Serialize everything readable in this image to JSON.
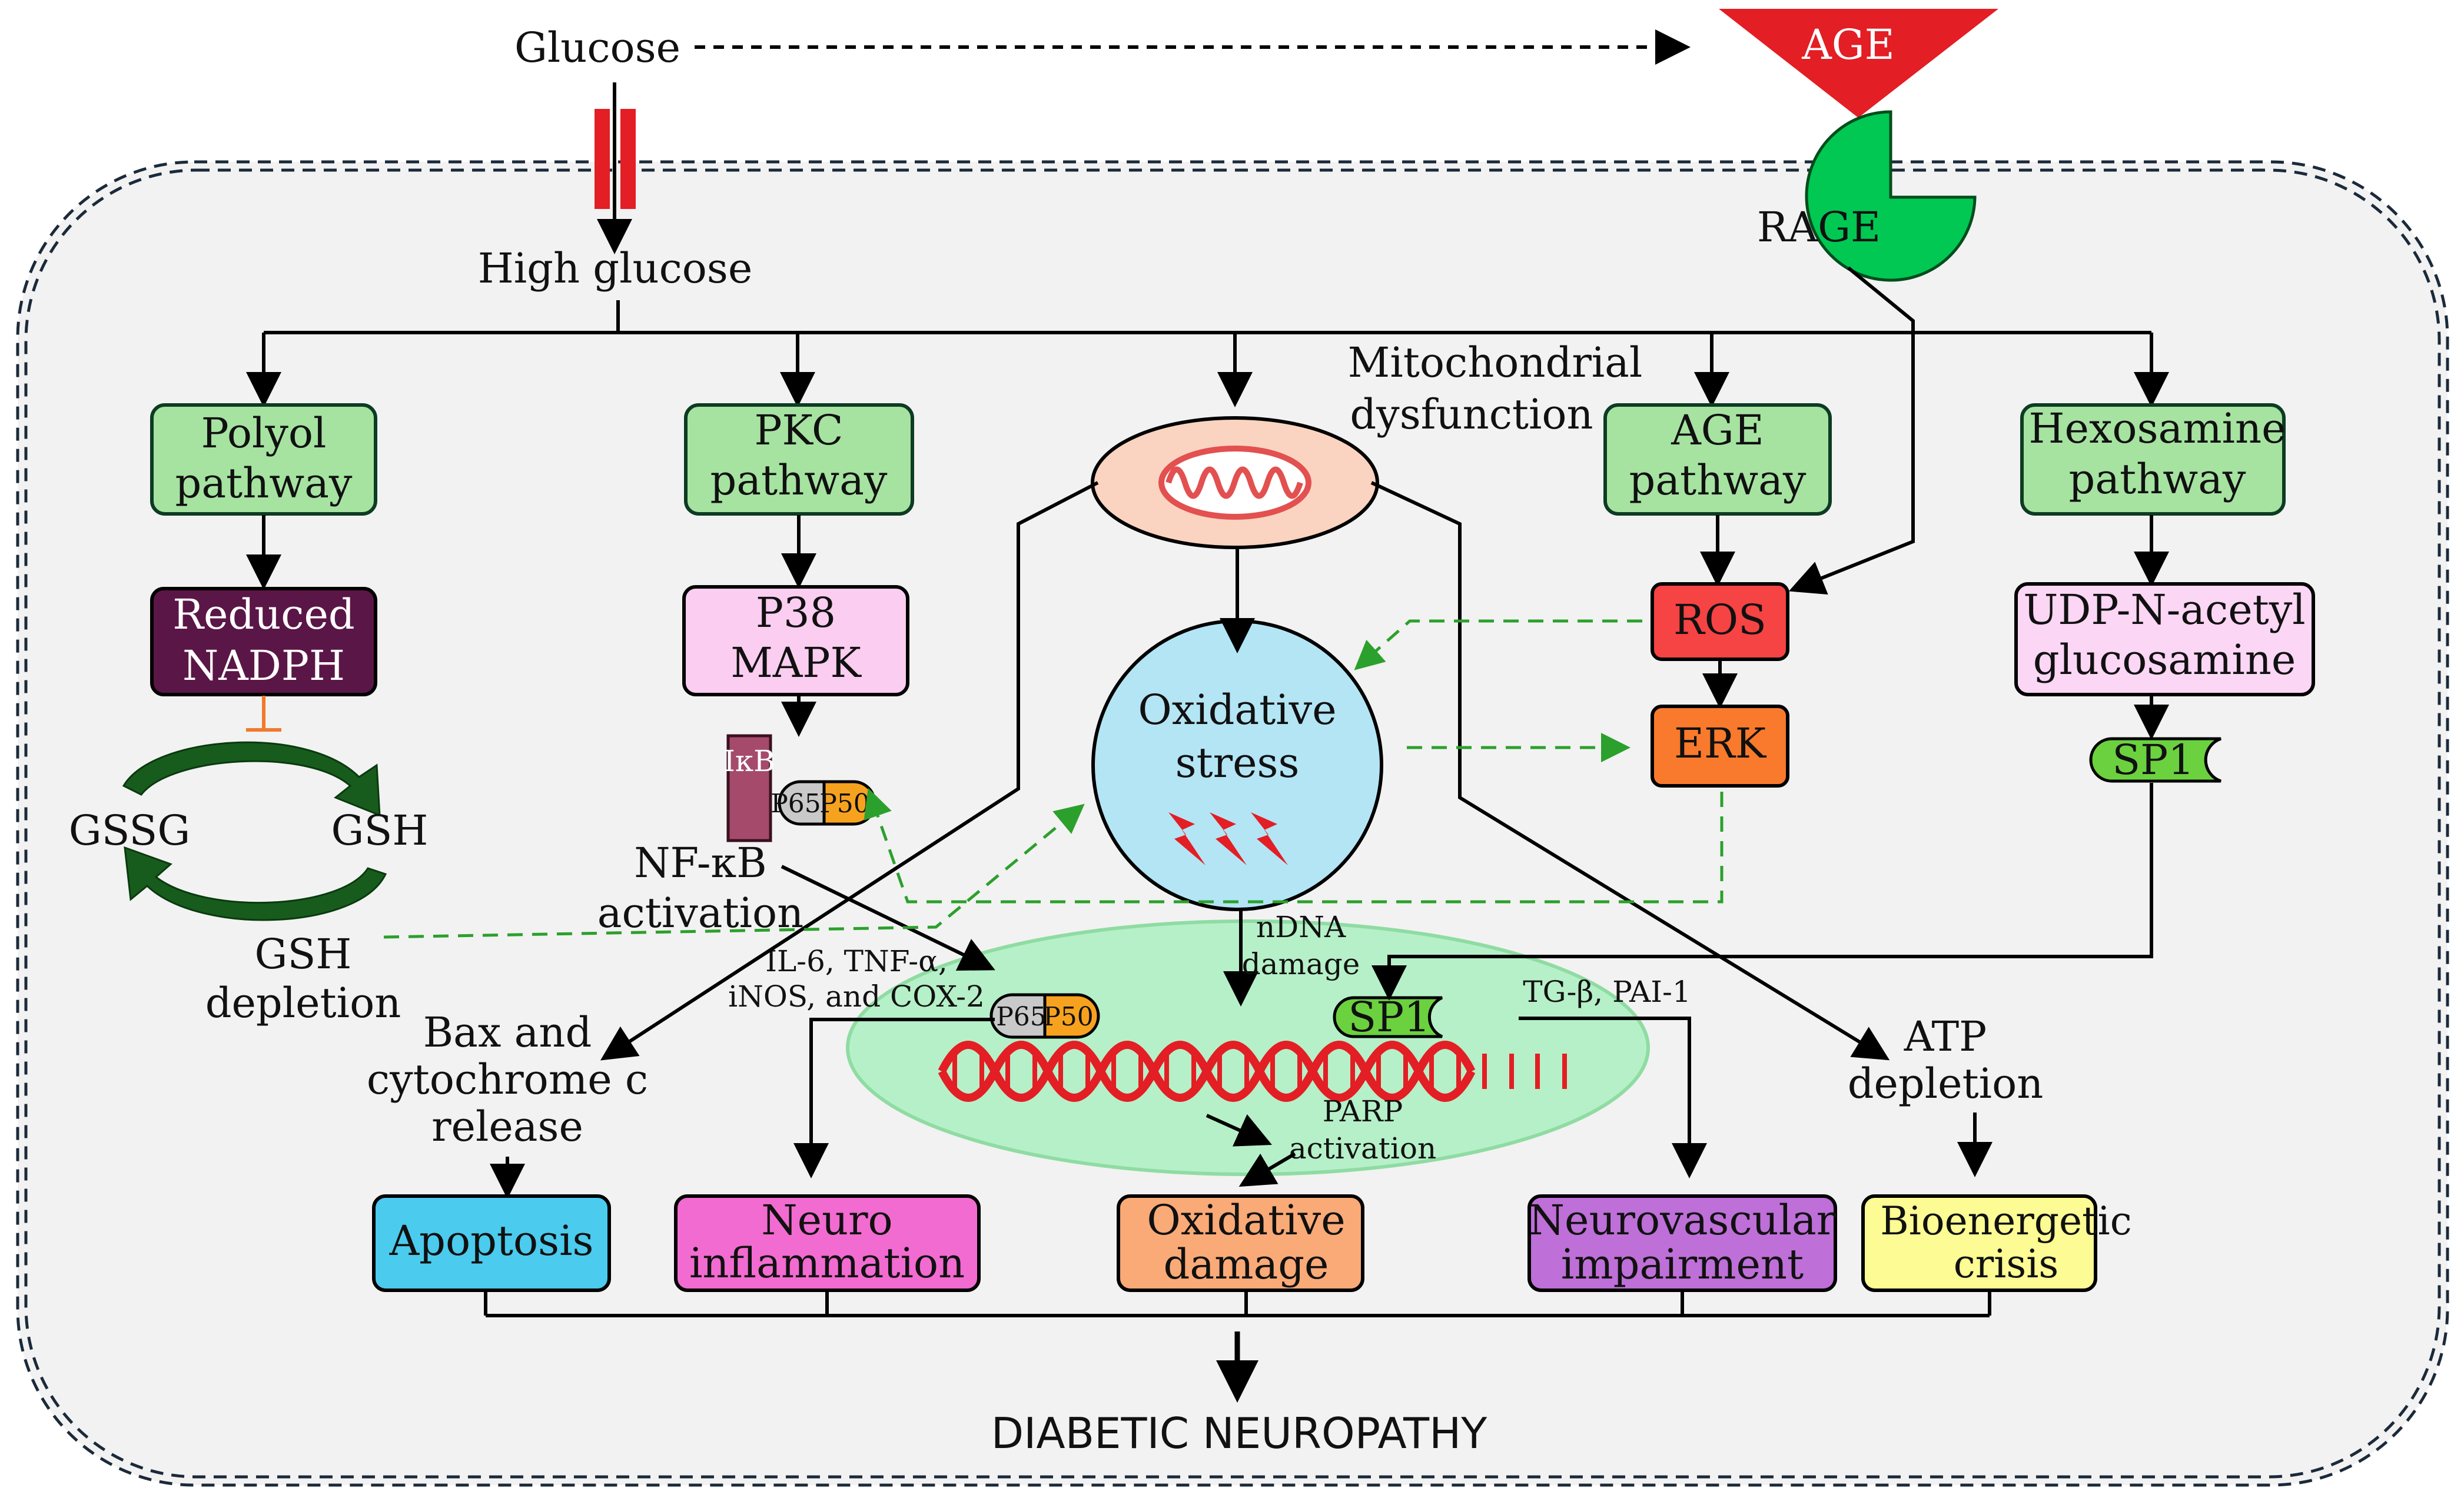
{
  "inputs": {
    "glucose": "Glucose",
    "age": "AGE",
    "rage": "RAGE",
    "high_glucose": "High glucose"
  },
  "pathways": {
    "polyol": [
      "Polyol",
      "pathway"
    ],
    "pkc": [
      "PKC",
      "pathway"
    ],
    "mito": [
      "Mitochondrial",
      "dysfunction"
    ],
    "age": [
      "AGE",
      "pathway"
    ],
    "hexosamine": [
      "Hexosamine",
      "pathway"
    ]
  },
  "intermediates": {
    "nadph": [
      "Reduced",
      "NADPH"
    ],
    "gssg": "GSSG",
    "gsh": "GSH",
    "gsh_depletion": [
      "GSH",
      "depletion"
    ],
    "p38": [
      "P38",
      "MAPK"
    ],
    "ikb": "IκB",
    "p65": "P65",
    "p50": "P50",
    "nfkb": [
      "NF-κB",
      "activation"
    ],
    "oxidative_stress": [
      "Oxidative",
      "stress"
    ],
    "ros": "ROS",
    "erk": "ERK",
    "udp": [
      "UDP-N-acetyl",
      "glucosamine"
    ],
    "sp1": "SP1",
    "cytokines": [
      "IL-6, TNF-α,",
      "iNOS, and COX-2"
    ],
    "ndna": [
      "nDNA",
      "damage"
    ],
    "tgb": "TG-β, PAI-1",
    "parp": [
      "PARP",
      "activation"
    ],
    "bax": [
      "Bax and",
      "cytochrome c",
      "release"
    ],
    "atp": [
      "ATP",
      "depletion"
    ]
  },
  "outcomes": {
    "apoptosis": [
      "Apoptosis"
    ],
    "neuroinflammation": [
      "Neuro",
      "inflammation"
    ],
    "oxidative_damage": [
      "Oxidative",
      "damage"
    ],
    "neurovascular": [
      "Neurovascular",
      "impairment"
    ],
    "bioenergetic": [
      "Bioenergetic",
      "crisis"
    ]
  },
  "final": "DIABETIC NEUROPATHY",
  "colors": {
    "pathway_box": "#a6e3a1",
    "nadph_box": "#5a1646",
    "p38_box": "#fbcdf0",
    "udp_box": "#fbd6f5",
    "ros_box": "#f64343",
    "erk_box": "#f97a2c",
    "sp1": "#6bd13f",
    "rage": "#00c853",
    "age": "#e31e24",
    "oxidative_stress": "#b3e5f5",
    "mito": "#fad4c0",
    "nucleus": "#b6f0c8",
    "apoptosis": "#4bcbee",
    "neuroinflammation": "#f26bd1",
    "oxidative_damage": "#f9aa77",
    "neurovascular": "#be6fd8",
    "bioenergetic": "#fcfb94",
    "dashed_arrow": "#2ca02c"
  }
}
